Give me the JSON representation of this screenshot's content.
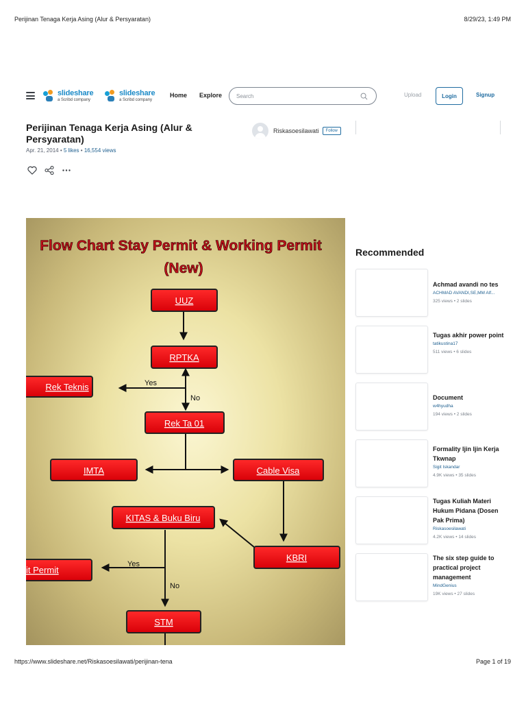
{
  "print": {
    "header_title": "Perijinan Tenaga Kerja Asing (Alur & Persyaratan)",
    "header_datetime": "8/29/23, 1:49 PM",
    "footer_url": "https://www.slideshare.net/Riskasoesilawati/perijinan-tena",
    "footer_page": "Page 1 of 19"
  },
  "nav": {
    "logo_word": "slideshare",
    "logo_tagline": "a Scribd company",
    "home": "Home",
    "explore": "Explore",
    "search_placeholder": "Search",
    "upload": "Upload",
    "login": "Login",
    "signup": "Signup"
  },
  "document": {
    "title": "Perijinan Tenaga Kerja Asing (Alur & Persyaratan)",
    "date": "Apr. 21, 2014",
    "likes": "5 likes",
    "views": "16,554 views",
    "author": "Riskasoesilawati",
    "follow": "Follow"
  },
  "slide": {
    "title_line1": "Flow Chart Stay Permit & Working Permit",
    "title_line2": "(New)",
    "boxes": {
      "uuz": "UUZ",
      "rptka": "RPTKA",
      "rek_teknis": "Rek Teknis",
      "rek_ta01": "Rek Ta 01",
      "imta": "IMTA",
      "cable_visa": "Cable Visa",
      "kitas": "KITAS & Buku Biru",
      "kbri": "KBRI",
      "exit_permit": "it Permit",
      "stm": "STM"
    },
    "labels": {
      "yes1": "Yes",
      "no1": "No",
      "yes2": "Yes",
      "no2": "No"
    },
    "colors": {
      "box": "#e8000b",
      "title": "#c0111a"
    }
  },
  "recommended": {
    "heading": "Recommended",
    "items": [
      {
        "title": "Achmad avandi no tes",
        "author": "ACHMAD AVANDI,SE,MM Alf...",
        "stats": "325 views • 2 slides"
      },
      {
        "title": "Tugas akhir power point",
        "author": "tatikustina17",
        "stats": "511 views • 6 slides"
      },
      {
        "title": "Document",
        "author": "w4hyudha",
        "stats": "194 views • 2 slides"
      },
      {
        "title": "Formality Ijin Ijin Kerja Tkwnap",
        "author": "Sigit Iskandar",
        "stats": "4.9K views • 35 slides"
      },
      {
        "title": "Tugas Kuliah Materi Hukum Pidana (Dosen Pak Prima)",
        "author": "Riskasoesilawati",
        "stats": "4.2K views • 14 slides"
      },
      {
        "title": "The six step guide to practical project management",
        "author": "MindGenius",
        "stats": "19K views • 27 slides"
      }
    ]
  },
  "icons": [
    "hamburger-icon",
    "slideshare-logo-icon",
    "search-icon",
    "avatar-icon",
    "heart-icon",
    "share-icon",
    "more-icon"
  ]
}
